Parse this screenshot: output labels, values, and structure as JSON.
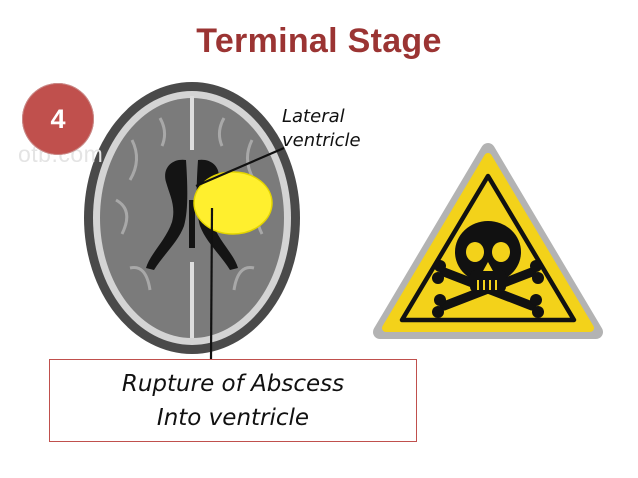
{
  "title": "Terminal Stage",
  "step_number": "4",
  "watermark": "otb.com",
  "labels": {
    "lateral_line1": "Lateral",
    "lateral_line2": "ventricle"
  },
  "caption": {
    "line1": "Rupture of Abscess",
    "line2": "Into ventricle"
  },
  "colors": {
    "title": "#9b3433",
    "step_circle": "#c0504d",
    "abscess": "#ffef2e",
    "warning_sign": "#f3d21a",
    "caption_border": "#c0504d"
  },
  "icons": {
    "warning": "skull-crossbones-warning-icon"
  }
}
